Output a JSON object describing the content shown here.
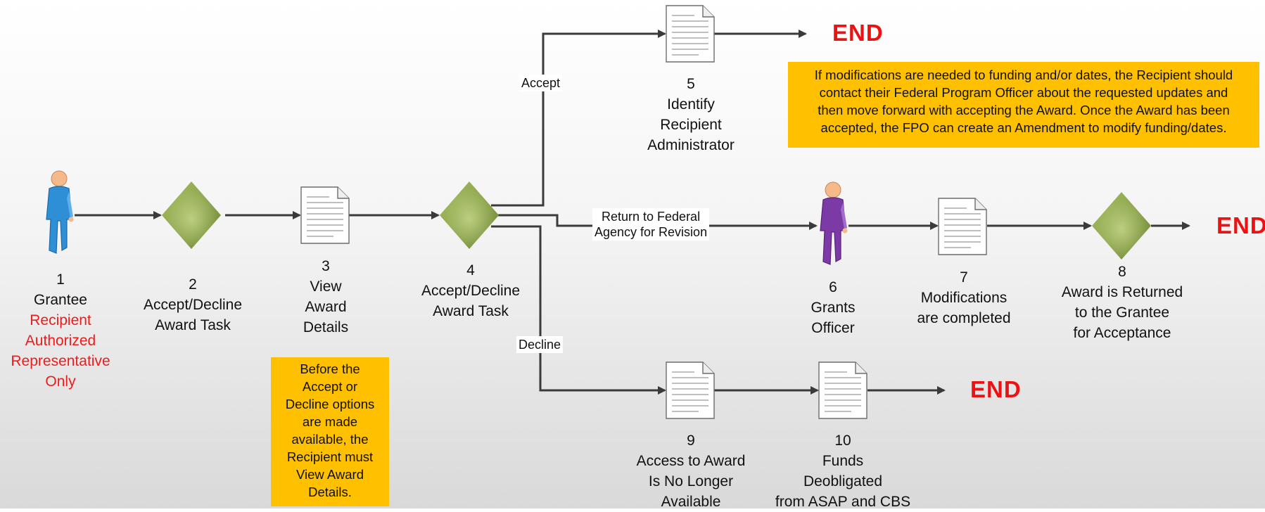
{
  "nodes": {
    "n1": {
      "number": "1",
      "title": "Grantee",
      "subtitle_lines": [
        "Recipient",
        "Authorized",
        "Representative",
        "Only"
      ]
    },
    "n2": {
      "number": "2",
      "lines": [
        "Accept/Decline",
        "Award Task"
      ]
    },
    "n3": {
      "number": "3",
      "lines": [
        "View",
        "Award",
        "Details"
      ]
    },
    "n4": {
      "number": "4",
      "lines": [
        "Accept/Decline",
        "Award Task"
      ]
    },
    "n5": {
      "number": "5",
      "lines": [
        "Identify",
        "Recipient",
        "Administrator"
      ]
    },
    "n6": {
      "number": "6",
      "lines": [
        "Grants",
        "Officer"
      ]
    },
    "n7": {
      "number": "7",
      "lines": [
        "Modifications",
        "are completed"
      ]
    },
    "n8": {
      "number": "8",
      "lines": [
        "Award is Returned",
        "to the Grantee",
        "for Acceptance"
      ]
    },
    "n9": {
      "number": "9",
      "lines": [
        "Access to Award",
        "Is No Longer",
        "Available"
      ]
    },
    "n10": {
      "number": "10",
      "lines": [
        "Funds",
        "Deobligated",
        "from ASAP and CBS"
      ]
    }
  },
  "edges": {
    "accept": "Accept",
    "decline": "Decline",
    "return_line1": "Return to Federal",
    "return_line2": "Agency for Revision"
  },
  "end_label": "END",
  "notes": {
    "modifications": [
      "If modifications are needed to funding and/or dates, the Recipient should",
      "contact their Federal Program Officer about the requested updates and",
      "then move forward with accepting the Award.  Once the Award has been",
      "accepted, the FPO can create an Amendment to modify funding/dates."
    ],
    "view_details": [
      "Before the",
      "Accept or",
      "Decline options",
      "are made",
      "available, the",
      "Recipient must",
      "View Award",
      "Details."
    ]
  },
  "colors": {
    "decision_fill": "#8fa84c",
    "note_fill": "#ffc000",
    "end_text": "#ee1111",
    "grantee_figure": "#2e8fd6",
    "officer_figure": "#7b3aa6",
    "connector": "#3a3a3a"
  },
  "icons": {
    "person": "person-icon",
    "decision": "decision-diamond-icon",
    "document": "document-icon",
    "arrow": "arrow-icon"
  }
}
